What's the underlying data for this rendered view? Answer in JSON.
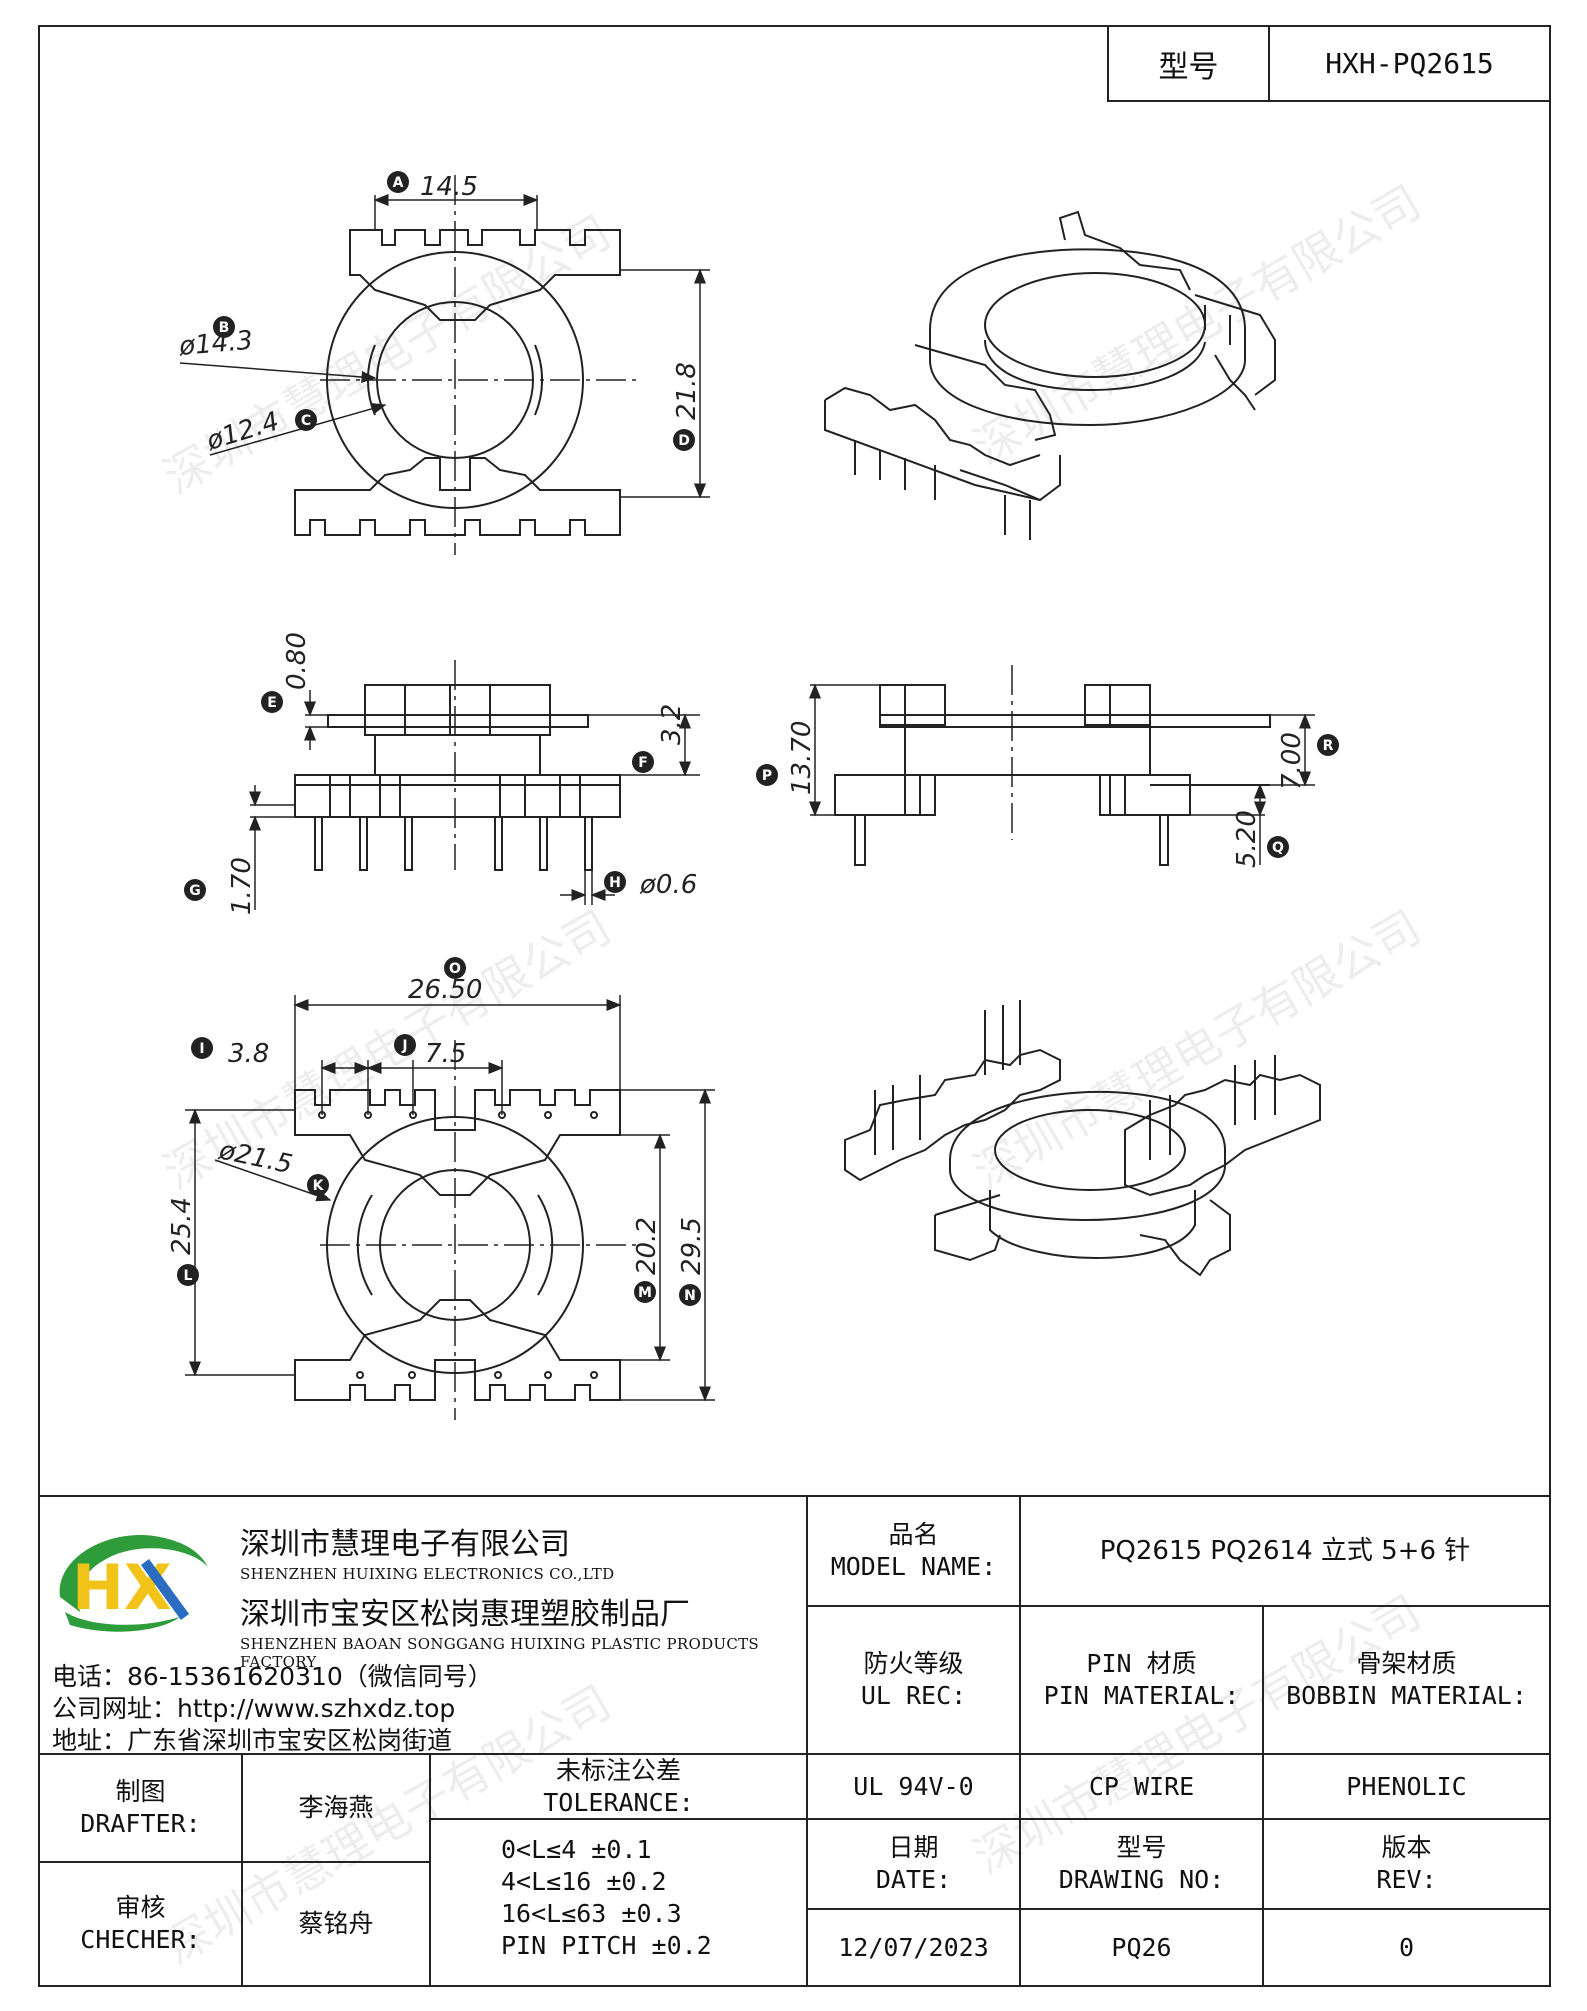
{
  "header": {
    "model_label": "型号",
    "model_value": "HXH-PQ2615"
  },
  "watermark": "深圳市慧理电子有限公司",
  "dimensions": {
    "A": "14.5",
    "B": "ø14.3",
    "C": "ø12.4",
    "D": "21.8",
    "E": "0.80",
    "F": "3.2",
    "G": "1.70",
    "H": "ø0.6",
    "O": "26.50",
    "I": "3.8",
    "J": "7.5",
    "K": "ø21.5",
    "L": "25.4",
    "M": "20.2",
    "N": "29.5",
    "P": "13.70",
    "R": "7.00",
    "Q": "5.20"
  },
  "labels": {
    "A": "A",
    "B": "B",
    "C": "C",
    "D": "D",
    "E": "E",
    "F": "F",
    "G": "G",
    "H": "H",
    "I": "I",
    "J": "J",
    "K": "K",
    "L": "L",
    "M": "M",
    "N": "N",
    "O": "O",
    "P": "P",
    "Q": "Q",
    "R": "R"
  },
  "company": {
    "name_cn": "深圳市慧理电子有限公司",
    "name_en": "SHENZHEN HUIXING ELECTRONICS CO.,LTD",
    "factory_cn": "深圳市宝安区松岗惠理塑胶制品厂",
    "factory_en": "SHENZHEN BAOAN SONGGANG HUIXING PLASTIC PRODUCTS FACTORY",
    "phone": "电话：86-15361620310（微信同号）",
    "website": "公司网址：http://www.szhxdz.top",
    "address": "地址：广东省深圳市宝安区松岗街道",
    "logo_text": "HX"
  },
  "titleblock": {
    "model_name_cn": "品名",
    "model_name_en": "MODEL NAME:",
    "model_name_value": "PQ2615 PQ2614 立式 5+6 针",
    "ul_cn": "防火等级",
    "ul_en": "UL REC:",
    "pin_cn": "PIN 材质",
    "pin_en": "PIN MATERIAL:",
    "bobbin_cn": "骨架材质",
    "bobbin_en": "BOBBIN MATERIAL:",
    "ul_value": "UL 94V-0",
    "pin_value": "CP WIRE",
    "bobbin_value": "PHENOLIC",
    "drafter_cn": "制图",
    "drafter_en": "DRAFTER:",
    "drafter_name": "李海燕",
    "checker_cn": "审核",
    "checker_en": "CHECHER:",
    "checker_name": "蔡铭舟",
    "tol_cn": "未标注公差",
    "tol_en": "TOLERANCE:",
    "tol_lines": [
      "0<L≤4  ±0.1",
      "4<L≤16  ±0.2",
      "16<L≤63  ±0.3",
      "PIN PITCH  ±0.2"
    ],
    "date_cn": "日期",
    "date_en": "DATE:",
    "date_value": "12/07/2023",
    "drawno_cn": "型号",
    "drawno_en": "DRAWING NO:",
    "drawno_value": "PQ26",
    "rev_cn": "版本",
    "rev_en": "REV:",
    "rev_value": "0"
  },
  "colors": {
    "logo_green": "#2e9c3a",
    "logo_yellow": "#f2c318",
    "logo_blue": "#2a6cc0"
  }
}
